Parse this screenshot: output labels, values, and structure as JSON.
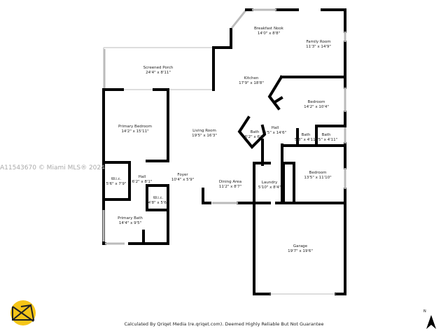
{
  "rooms": [
    {
      "name": "Breakfast Nook",
      "size": "14'0\" x 8'8\""
    },
    {
      "name": "Family Room",
      "size": "11'3\" x 14'9\""
    },
    {
      "name": "Screened Porch",
      "size": "24'4\" x 8'11\""
    },
    {
      "name": "Kitchen",
      "size": "17'9\" x 18'8\""
    },
    {
      "name": "Bedroom",
      "size": "14'2\" x 10'4\""
    },
    {
      "name": "Primary Bedroom",
      "size": "14'2\" x 15'11\""
    },
    {
      "name": "Living Room",
      "size": "19'5\" x 16'3\""
    },
    {
      "name": "Bath",
      "size": "6'2\" x 6'3\""
    },
    {
      "name": "Hall",
      "size": "6'5\" x 14'6\""
    },
    {
      "name": "Bath",
      "size": "5'8\" x 4'11\""
    },
    {
      "name": "Bath",
      "size": "5'5\" x 4'11\""
    },
    {
      "name": "W.i.c.",
      "size": "5'6\" x 7'9\""
    },
    {
      "name": "Hall",
      "size": "6'2\" x 8'1\""
    },
    {
      "name": "Foyer",
      "size": "10'4\" x 5'9\""
    },
    {
      "name": "Dining Area",
      "size": "11'2\" x 8'7\""
    },
    {
      "name": "Laundry",
      "size": "5'10\" x 8'4\""
    },
    {
      "name": "Bedroom",
      "size": "13'5\" x 11'10\""
    },
    {
      "name": "W.i.c.",
      "size": "4'8\" x 5'6\""
    },
    {
      "name": "Primary Bath",
      "size": "14'4\" x 9'5\""
    },
    {
      "name": "Garage",
      "size": "19'7\" x 19'6\""
    }
  ],
  "watermark": "A11543670 © Miami MLS® 2024",
  "footer": "Calculated By Qriqet Media (re.qriqet.com). Deemed Highly Reliable But Not Guarantee",
  "north_label": "N",
  "logo_color": "#f5c518"
}
